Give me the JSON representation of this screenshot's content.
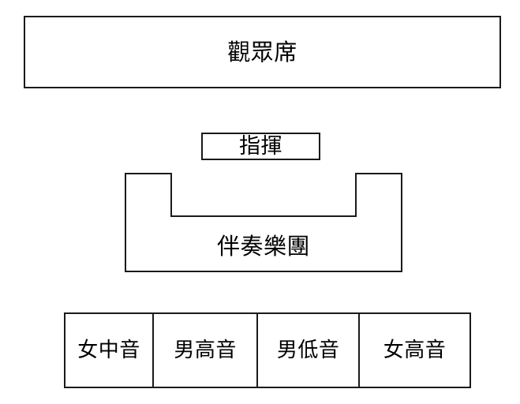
{
  "diagram": {
    "title": "",
    "stroke_color": "#1a1a1a",
    "background_color": "#ffffff",
    "audience": {
      "label": "觀眾席"
    },
    "conductor": {
      "label": "指揮"
    },
    "orchestra": {
      "label": "伴奏樂團",
      "shape": "u-shape"
    },
    "voice_parts": [
      {
        "label": "女中音"
      },
      {
        "label": "男高音"
      },
      {
        "label": "男低音"
      },
      {
        "label": "女高音"
      }
    ]
  }
}
